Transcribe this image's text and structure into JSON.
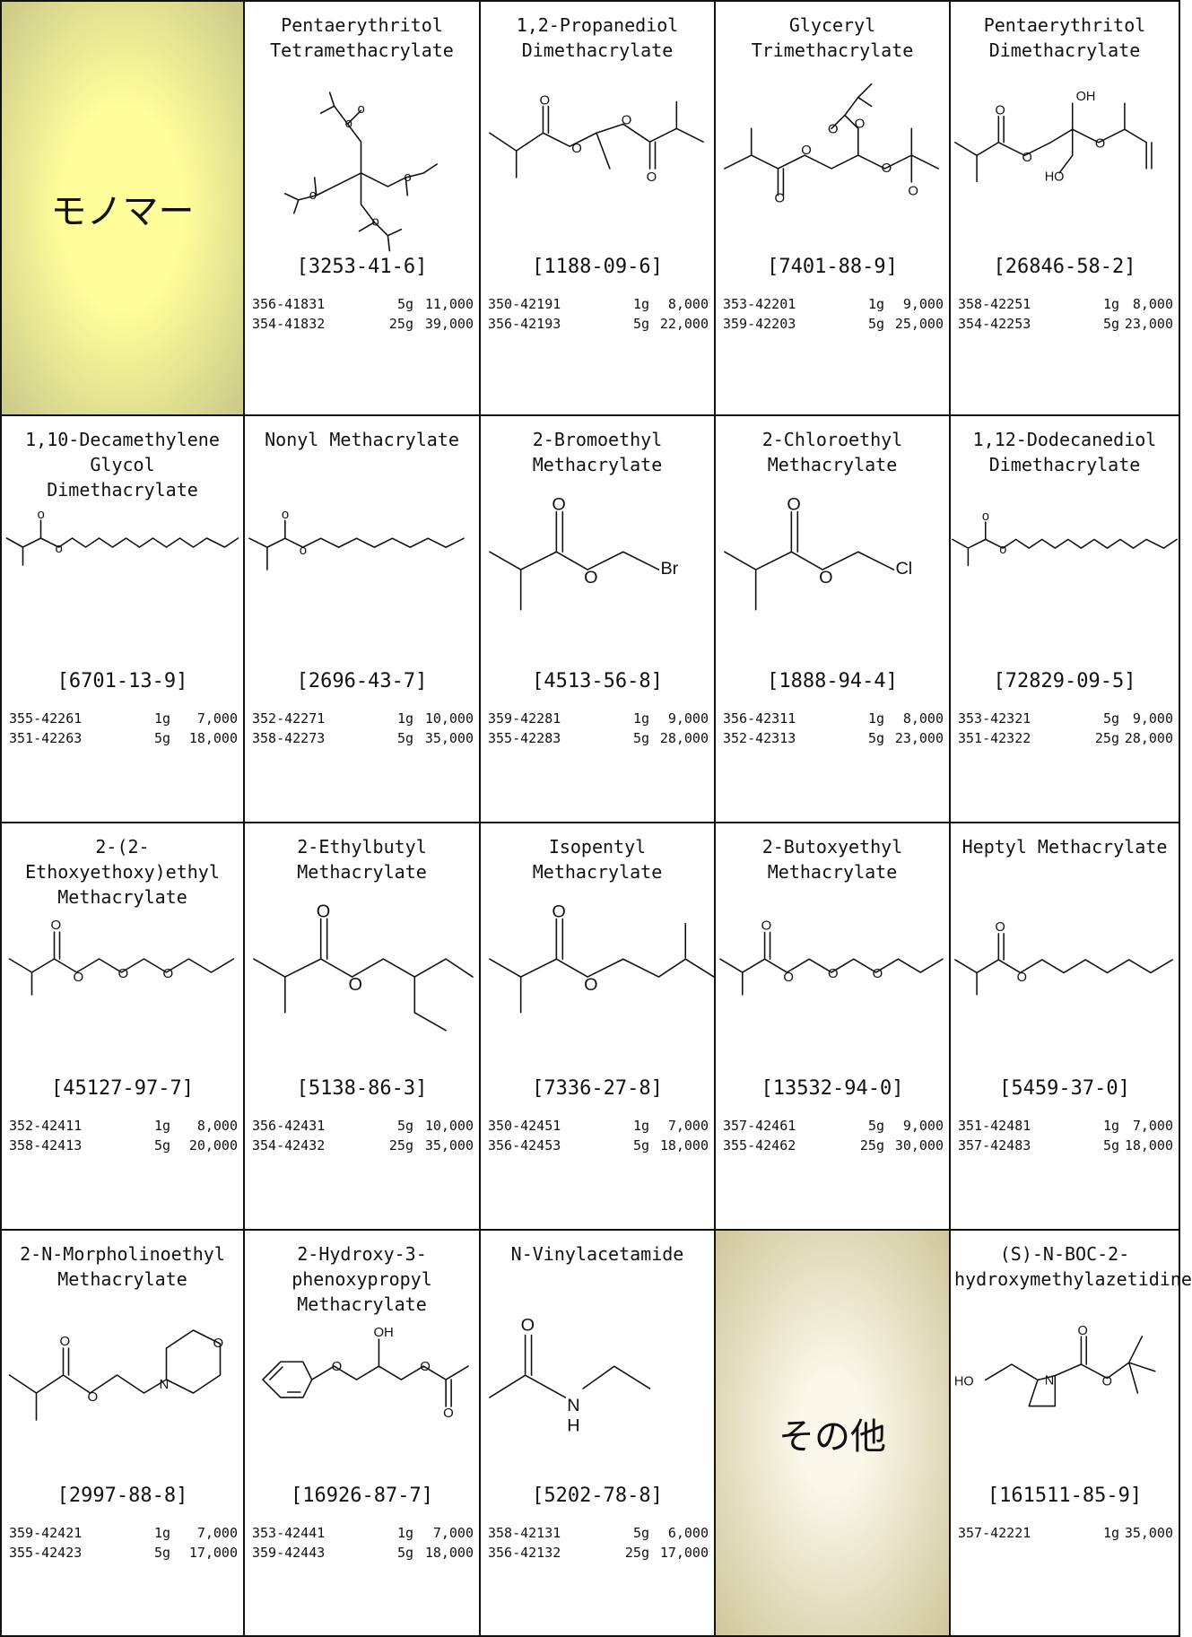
{
  "labels": {
    "monomer": "モノマー",
    "other": "その他"
  },
  "colors": {
    "monomer_bg": "#fffe9a",
    "monomer_edge": "#c9c98a",
    "other_center": "#fbf7ea",
    "other_edge": "#cfc79a",
    "border": "#111111"
  },
  "rows": [
    [
      {
        "type": "label",
        "label_key": "monomer",
        "bg": "monomer"
      },
      {
        "type": "product",
        "name": "Pentaerythritol\nTetramethacrylate",
        "cas": "[3253-41-6]",
        "prices": [
          [
            "356-41831",
            "5g",
            "11,000"
          ],
          [
            "354-41832",
            "25g",
            "39,000"
          ]
        ],
        "icon": "molecule-tetramethacrylate-icon",
        "shape": "star"
      },
      {
        "type": "product",
        "name": "1,2-Propanediol\nDimethacrylate",
        "cas": "[1188-09-6]",
        "prices": [
          [
            "350-42191",
            "1g",
            "8,000"
          ],
          [
            "356-42193",
            "5g",
            "22,000"
          ]
        ],
        "icon": "molecule-dimethacrylate-icon",
        "shape": "diester"
      },
      {
        "type": "product",
        "name": "Glyceryl\nTrimethacrylate",
        "cas": "[7401-88-9]",
        "prices": [
          [
            "353-42201",
            "1g",
            "9,000"
          ],
          [
            "359-42203",
            "5g",
            "25,000"
          ]
        ],
        "icon": "molecule-trimethacrylate-icon",
        "shape": "triester"
      },
      {
        "type": "product",
        "name": "Pentaerythritol\nDimethacrylate",
        "cas": "[26846-58-2]",
        "prices": [
          [
            "358-42251",
            "1g",
            "8,000"
          ],
          [
            "354-42253",
            "5g",
            "23,000"
          ]
        ],
        "icon": "molecule-diol-dimethacrylate-icon",
        "shape": "diester-oh",
        "atoms": [
          "OH",
          "HO"
        ]
      }
    ],
    [
      {
        "type": "product",
        "name": "1,10-Decamethylene\nGlycol\nDimethacrylate",
        "cas": "[6701-13-9]",
        "prices": [
          [
            "355-42261",
            "1g",
            "7,000"
          ],
          [
            "351-42263",
            "5g",
            "18,000"
          ]
        ],
        "icon": "molecule-long-diester-icon",
        "shape": "long-diester"
      },
      {
        "type": "product",
        "name": "Nonyl Methacrylate",
        "cas": "[2696-43-7]",
        "prices": [
          [
            "352-42271",
            "1g",
            "10,000"
          ],
          [
            "358-42273",
            "5g",
            "35,000"
          ]
        ],
        "icon": "molecule-alkyl-ester-icon",
        "shape": "alkyl-long"
      },
      {
        "type": "product",
        "name": "2-Bromoethyl\nMethacrylate",
        "cas": "[4513-56-8]",
        "prices": [
          [
            "359-42281",
            "1g",
            "9,000"
          ],
          [
            "355-42283",
            "5g",
            "28,000"
          ]
        ],
        "icon": "molecule-haloethyl-icon",
        "shape": "haloethyl",
        "atoms": [
          "Br"
        ]
      },
      {
        "type": "product",
        "name": "2-Chloroethyl\nMethacrylate",
        "cas": "[1888-94-4]",
        "prices": [
          [
            "356-42311",
            "1g",
            "8,000"
          ],
          [
            "352-42313",
            "5g",
            "23,000"
          ]
        ],
        "icon": "molecule-haloethyl-icon",
        "shape": "haloethyl",
        "atoms": [
          "Cl"
        ]
      },
      {
        "type": "product",
        "name": "1,12-Dodecanediol\nDimethacrylate",
        "cas": "[72829-09-5]",
        "prices": [
          [
            "353-42321",
            "5g",
            "9,000"
          ],
          [
            "351-42322",
            "25g",
            "28,000"
          ]
        ],
        "icon": "molecule-long-diester-icon",
        "shape": "long-diester"
      }
    ],
    [
      {
        "type": "product",
        "name": "2-(2-\nEthoxyethoxy)ethyl\nMethacrylate",
        "cas": "[45127-97-7]",
        "prices": [
          [
            "352-42411",
            "1g",
            "8,000"
          ],
          [
            "358-42413",
            "5g",
            "20,000"
          ]
        ],
        "icon": "molecule-ether-ester-icon",
        "shape": "ether-chain"
      },
      {
        "type": "product",
        "name": "2-Ethylbutyl\nMethacrylate",
        "cas": "[5138-86-3]",
        "prices": [
          [
            "356-42431",
            "5g",
            "10,000"
          ],
          [
            "354-42432",
            "25g",
            "35,000"
          ]
        ],
        "icon": "molecule-branched-ester-icon",
        "shape": "branched"
      },
      {
        "type": "product",
        "name": "Isopentyl\nMethacrylate",
        "cas": "[7336-27-8]",
        "prices": [
          [
            "350-42451",
            "1g",
            "7,000"
          ],
          [
            "356-42453",
            "5g",
            "18,000"
          ]
        ],
        "icon": "molecule-branched-ester-icon",
        "shape": "isopentyl"
      },
      {
        "type": "product",
        "name": "2-Butoxyethyl\nMethacrylate",
        "cas": "[13532-94-0]",
        "prices": [
          [
            "357-42461",
            "5g",
            "9,000"
          ],
          [
            "355-42462",
            "25g",
            "30,000"
          ]
        ],
        "icon": "molecule-ether-ester-icon",
        "shape": "ether-chain"
      },
      {
        "type": "product",
        "name": "Heptyl Methacrylate",
        "cas": "[5459-37-0]",
        "prices": [
          [
            "351-42481",
            "1g",
            "7,000"
          ],
          [
            "357-42483",
            "5g",
            "18,000"
          ]
        ],
        "icon": "molecule-alkyl-ester-icon",
        "shape": "alkyl"
      }
    ],
    [
      {
        "type": "product",
        "name": "2-N-Morpholinoethyl\nMethacrylate",
        "cas": "[2997-88-8]",
        "prices": [
          [
            "359-42421",
            "1g",
            "7,000"
          ],
          [
            "355-42423",
            "5g",
            "17,000"
          ]
        ],
        "icon": "molecule-morpholine-icon",
        "shape": "morpholino",
        "atoms": [
          "O",
          "N"
        ]
      },
      {
        "type": "product",
        "name": "2-Hydroxy-3-\nphenoxypropyl\nMethacrylate",
        "cas": "[16926-87-7]",
        "prices": [
          [
            "353-42441",
            "1g",
            "7,000"
          ],
          [
            "359-42443",
            "5g",
            "18,000"
          ]
        ],
        "icon": "molecule-phenoxy-icon",
        "shape": "phenoxy",
        "atoms": [
          "OH"
        ]
      },
      {
        "type": "product",
        "name": "N-Vinylacetamide",
        "cas": "[5202-78-8]",
        "prices": [
          [
            "358-42131",
            "5g",
            "6,000"
          ],
          [
            "356-42132",
            "25g",
            "17,000"
          ]
        ],
        "icon": "molecule-vinylacetamide-icon",
        "shape": "vinylamide",
        "atoms": [
          "O",
          "N",
          "H"
        ]
      },
      {
        "type": "label",
        "label_key": "other",
        "bg": "other"
      },
      {
        "type": "product",
        "name": "(S)-N-BOC-2-\nhydroxymethylazetidine",
        "cas": "[161511-85-9]",
        "prices": [
          [
            "357-42221",
            "1g",
            "35,000"
          ]
        ],
        "icon": "molecule-azetidine-icon",
        "shape": "azetidine",
        "atoms": [
          "HO",
          "N",
          "O"
        ]
      }
    ]
  ]
}
